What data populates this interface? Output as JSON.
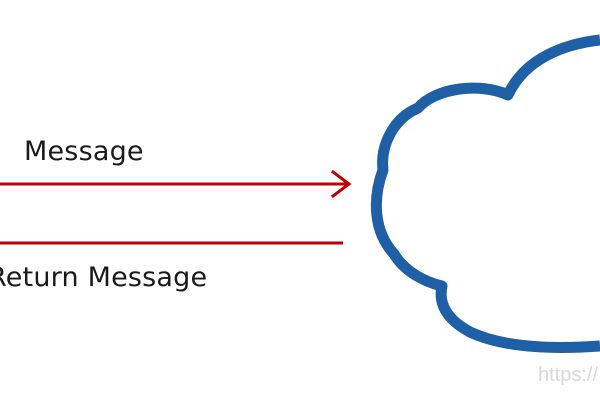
{
  "labels": {
    "message": "Message",
    "return_message": "Return Message"
  },
  "watermark": {
    "text": "https://"
  },
  "colors": {
    "arrow": "#c00000",
    "cloud": "#1f5fa6",
    "text": "#1a1a1a",
    "watermark": "#d9d9d9",
    "background": "#ffffff"
  },
  "shapes": {
    "message_arrow": "arrow-right",
    "return_line": "line",
    "cloud": "cloud-outline"
  }
}
